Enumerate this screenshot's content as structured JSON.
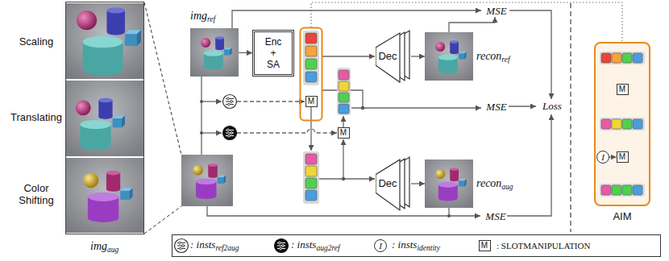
{
  "diagram": {
    "nodes": [
      {
        "text": [
          "img",
          "aug"
        ]
      },
      {
        "text": [
          "img",
          "ref"
        ]
      },
      {
        "text": [
          "Enc + SA"
        ]
      },
      {
        "text": [
          "M"
        ]
      },
      {
        "text": [
          "Dec"
        ]
      },
      {
        "text": [
          "recon",
          "ref"
        ]
      },
      {
        "text": [
          "M"
        ]
      },
      {
        "text": [
          "Dec"
        ]
      },
      {
        "text": [
          "recon",
          "aug"
        ]
      },
      {
        "text": [
          "AIM"
        ]
      },
      {
        "text": [
          "M"
        ],
        "in": 9
      },
      {
        "text": [
          "I"
        ],
        "in": 9
      },
      {
        "text": [
          "M"
        ],
        "in": 9
      },
      {
        "text": [
          ": insts",
          "ref2aug",
          ": insts",
          "aug2ref",
          ": insts",
          "identity",
          ": SLOTMANIPULATION"
        ]
      },
      {
        "text": [
          "I"
        ],
        "in": 13
      },
      {
        "text": [
          "M"
        ],
        "in": 13
      }
    ],
    "edges": [
      {
        "from": 1,
        "to": 2,
        "arrow": "to"
      },
      {
        "from": 4,
        "to": 5,
        "arrow": "to"
      },
      {
        "from": 7,
        "to": 8,
        "arrow": "to"
      },
      {
        "from": 11,
        "to": 12,
        "arrow": "to"
      }
    ],
    "labels": [
      "Scaling",
      "Translating",
      "Color Shifting",
      "MSE",
      "MSE",
      "MSE",
      "Loss"
    ]
  }
}
